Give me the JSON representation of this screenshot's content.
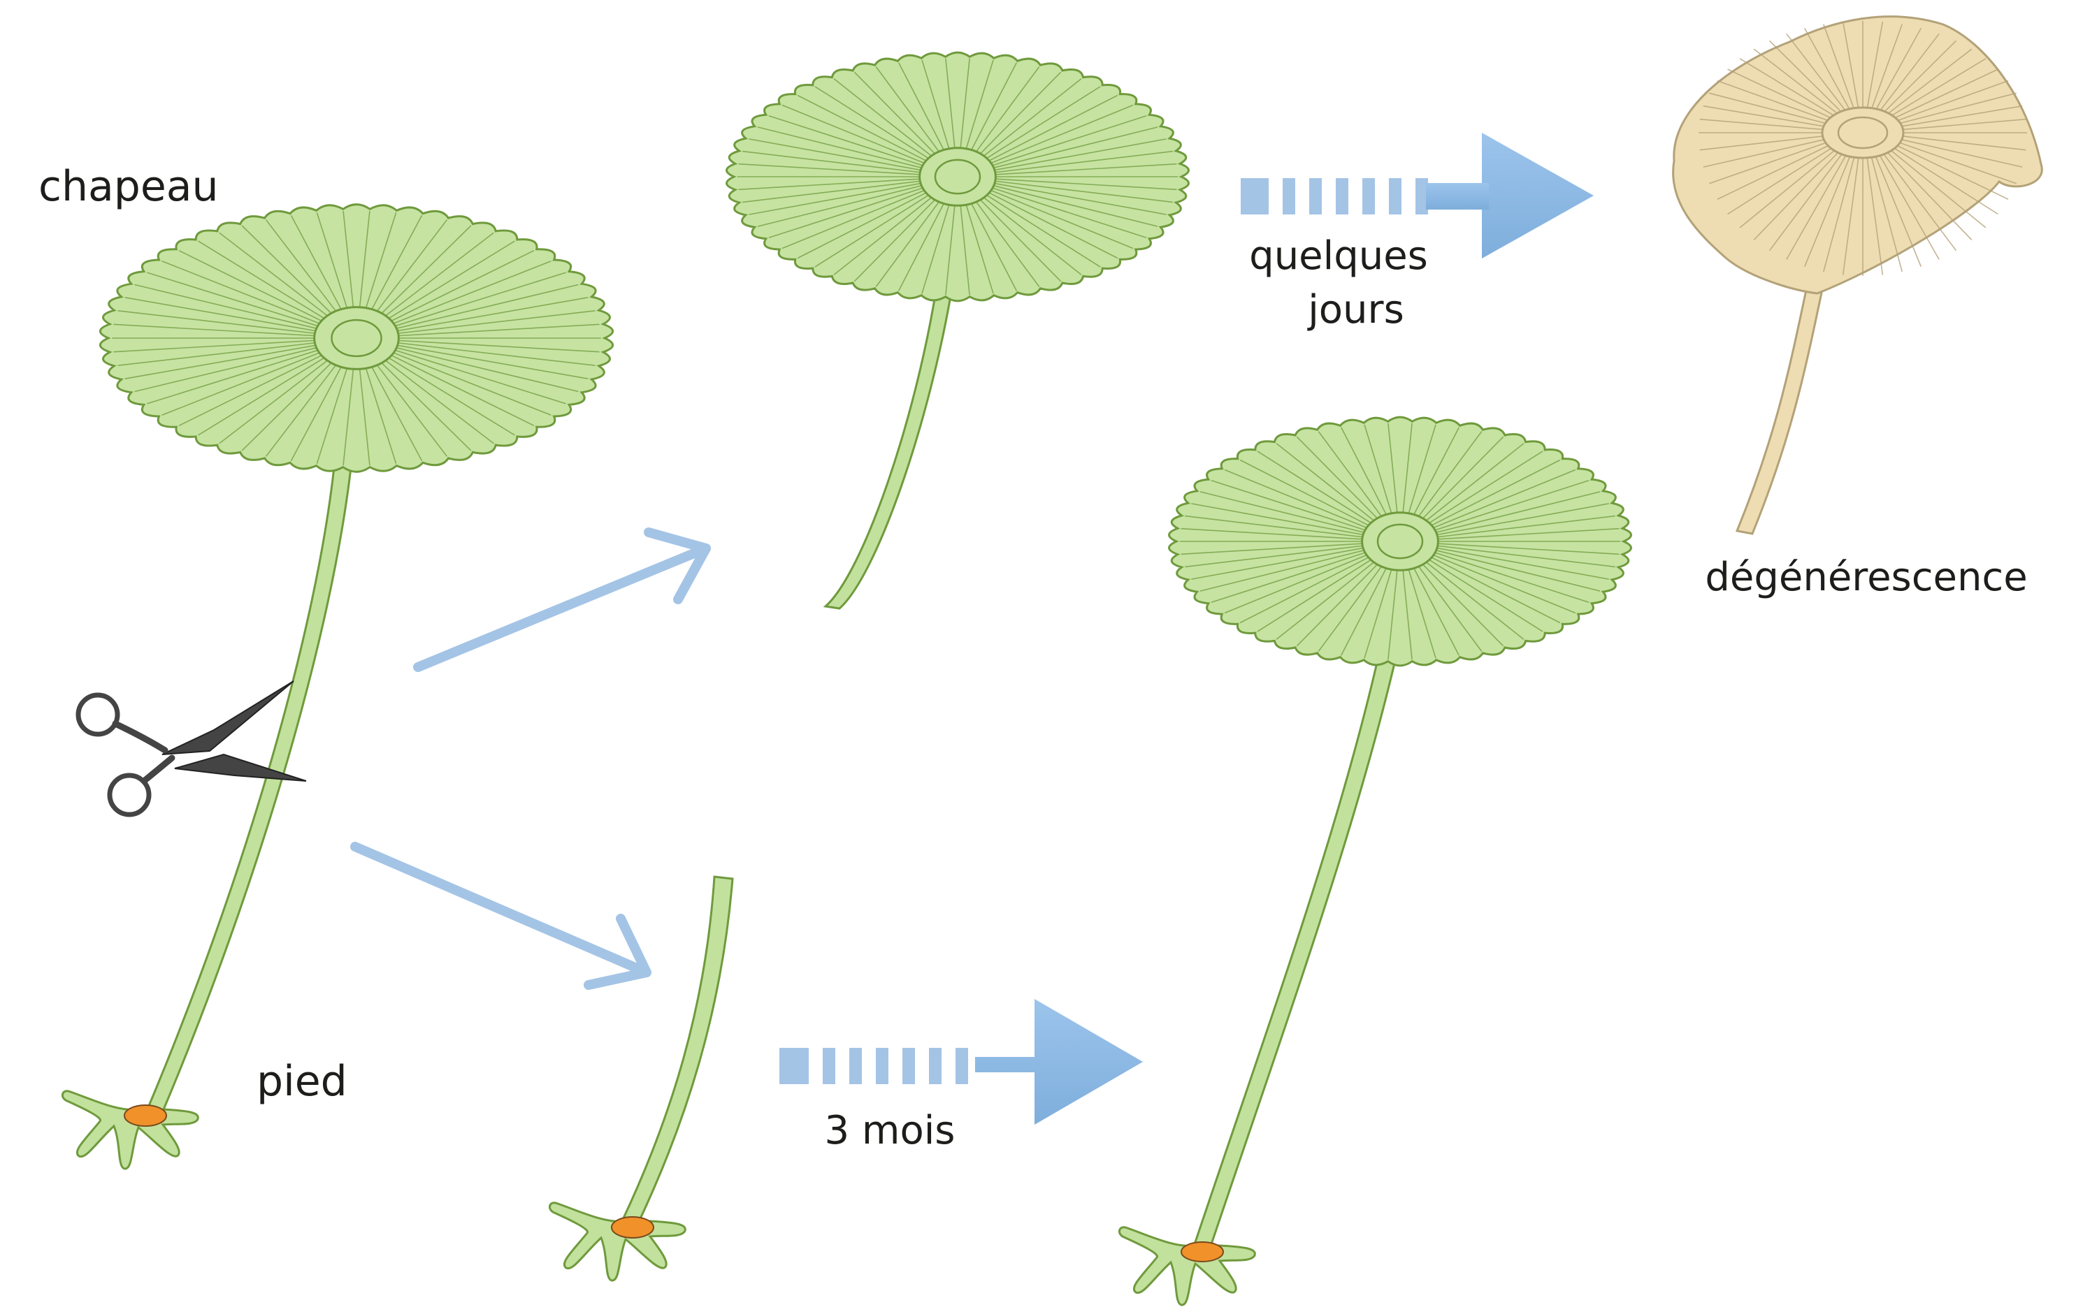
{
  "labels": {
    "cap": "chapeau",
    "foot": "pied",
    "days": [
      "quelques",
      "jours"
    ],
    "months": "3 mois",
    "degeneration": "dégénérescence"
  },
  "colors": {
    "cap_fill": "#c6e3a2",
    "stalk_fill": "#c2e19d",
    "outline": "#6f9a3c",
    "faded_fill": "#eedcb2",
    "faded_outline": "#b3a278",
    "nucleus": "#f0912a",
    "arrow": "#a4c4e6",
    "arrow_dark": "#7ba8d8",
    "scissors": "#444444"
  },
  "icons": [
    "scissors-icon",
    "arrow-icon",
    "time-arrow-icon"
  ]
}
